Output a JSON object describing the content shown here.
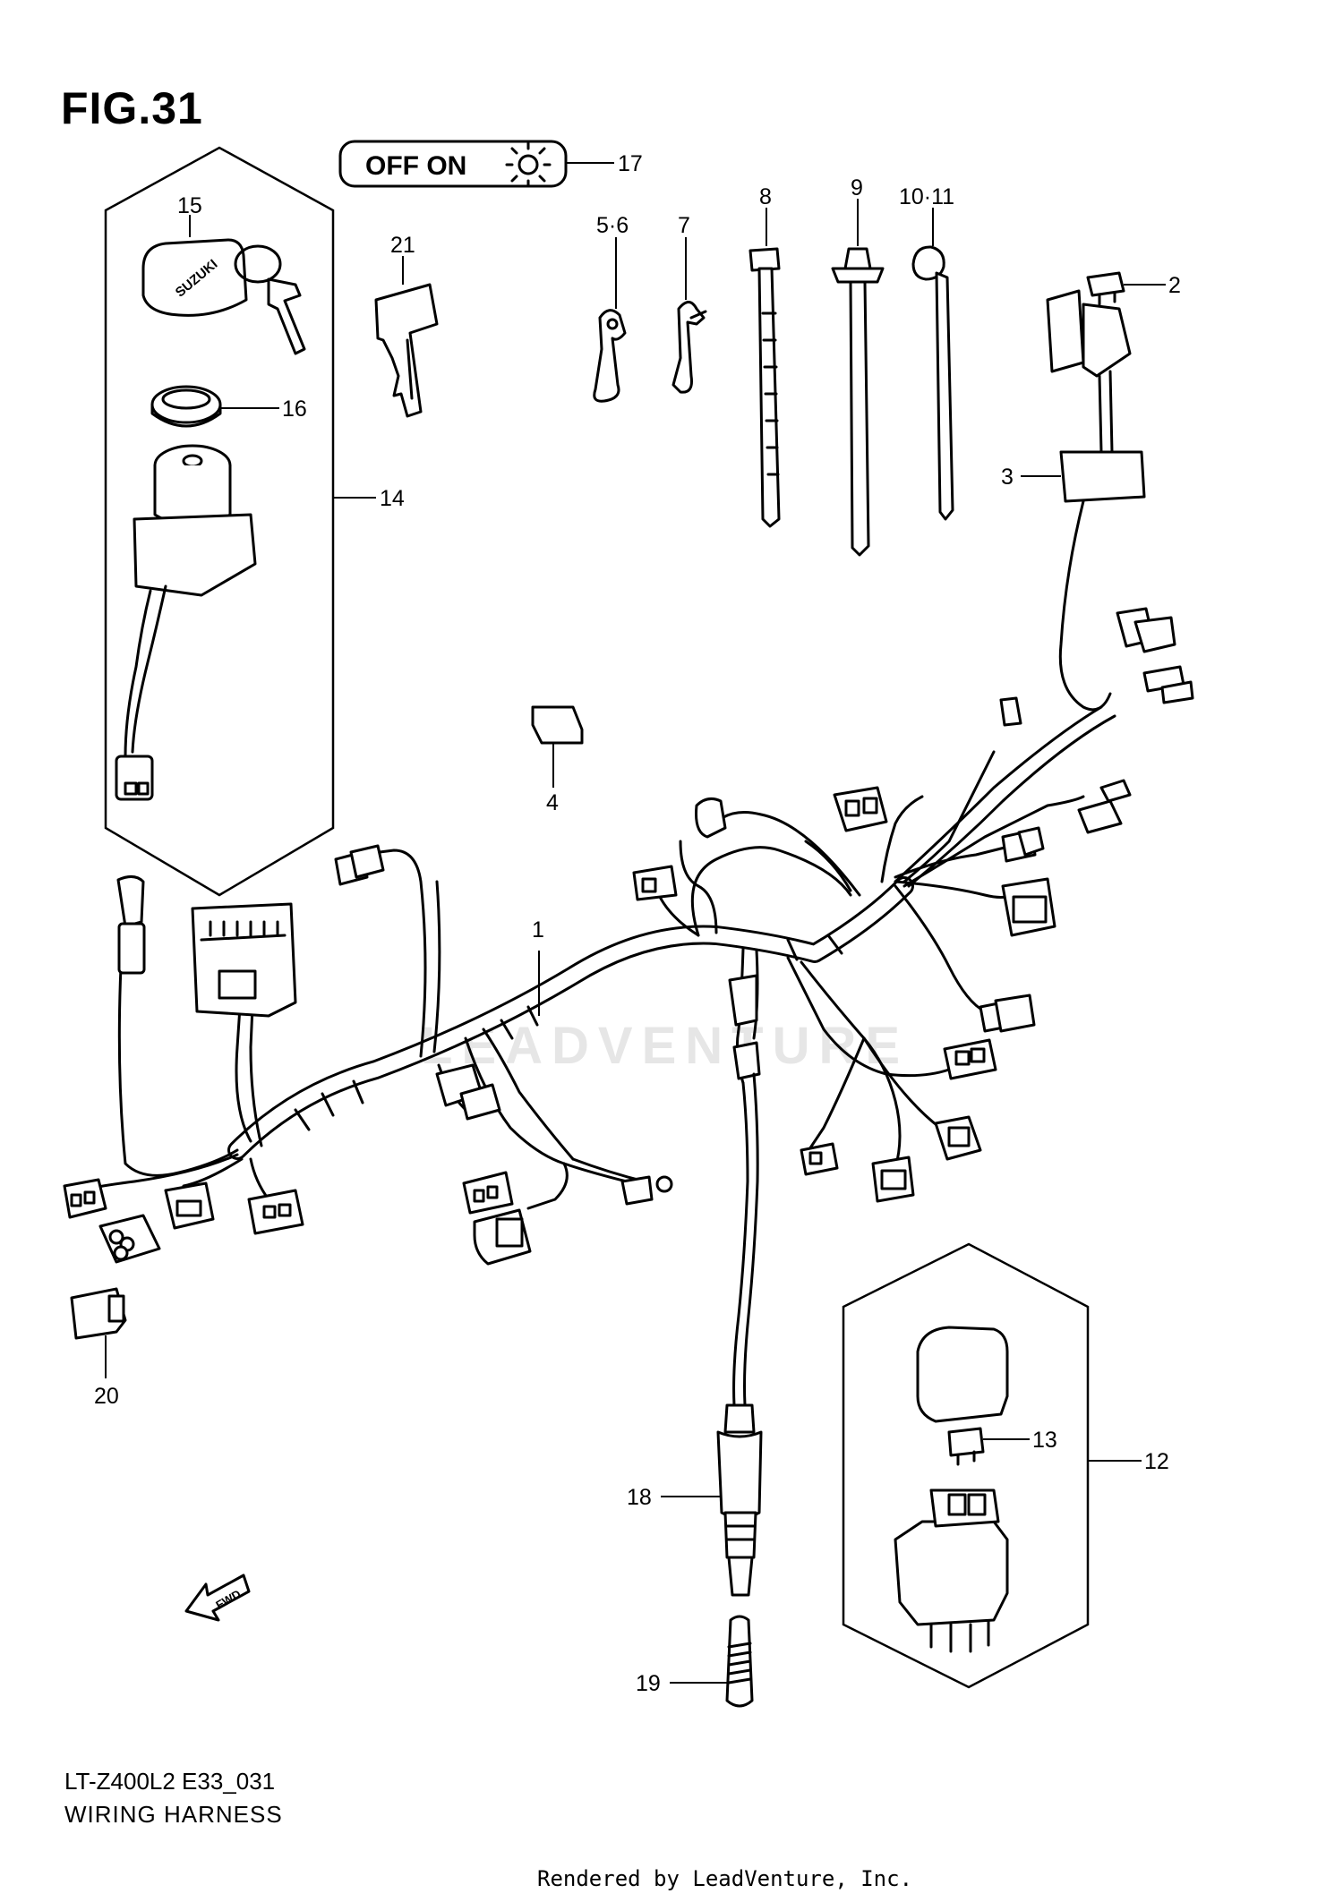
{
  "figure": {
    "title": "FIG.31"
  },
  "switch_label": {
    "text": "OFF ON"
  },
  "key_cap_brand": "SUZUKI",
  "fwd_badge": "FWD",
  "callouts": {
    "c1": "1",
    "c2": "2",
    "c3": "3",
    "c4": "4",
    "c5_6": "5·6",
    "c7": "7",
    "c8": "8",
    "c9": "9",
    "c10_11": "10·11",
    "c12": "12",
    "c13": "13",
    "c14": "14",
    "c15": "15",
    "c16": "16",
    "c17": "17",
    "c18": "18",
    "c19": "19",
    "c20": "20",
    "c21": "21"
  },
  "footer": {
    "model_code": "LT-Z400L2  E33_031",
    "section_name": "WIRING HARNESS",
    "credit": "Rendered by LeadVenture, Inc."
  },
  "watermark": {
    "text": "LEADVENTURE"
  },
  "colors": {
    "line": "#000000",
    "background": "#ffffff",
    "watermark": "#e6e6e6"
  }
}
